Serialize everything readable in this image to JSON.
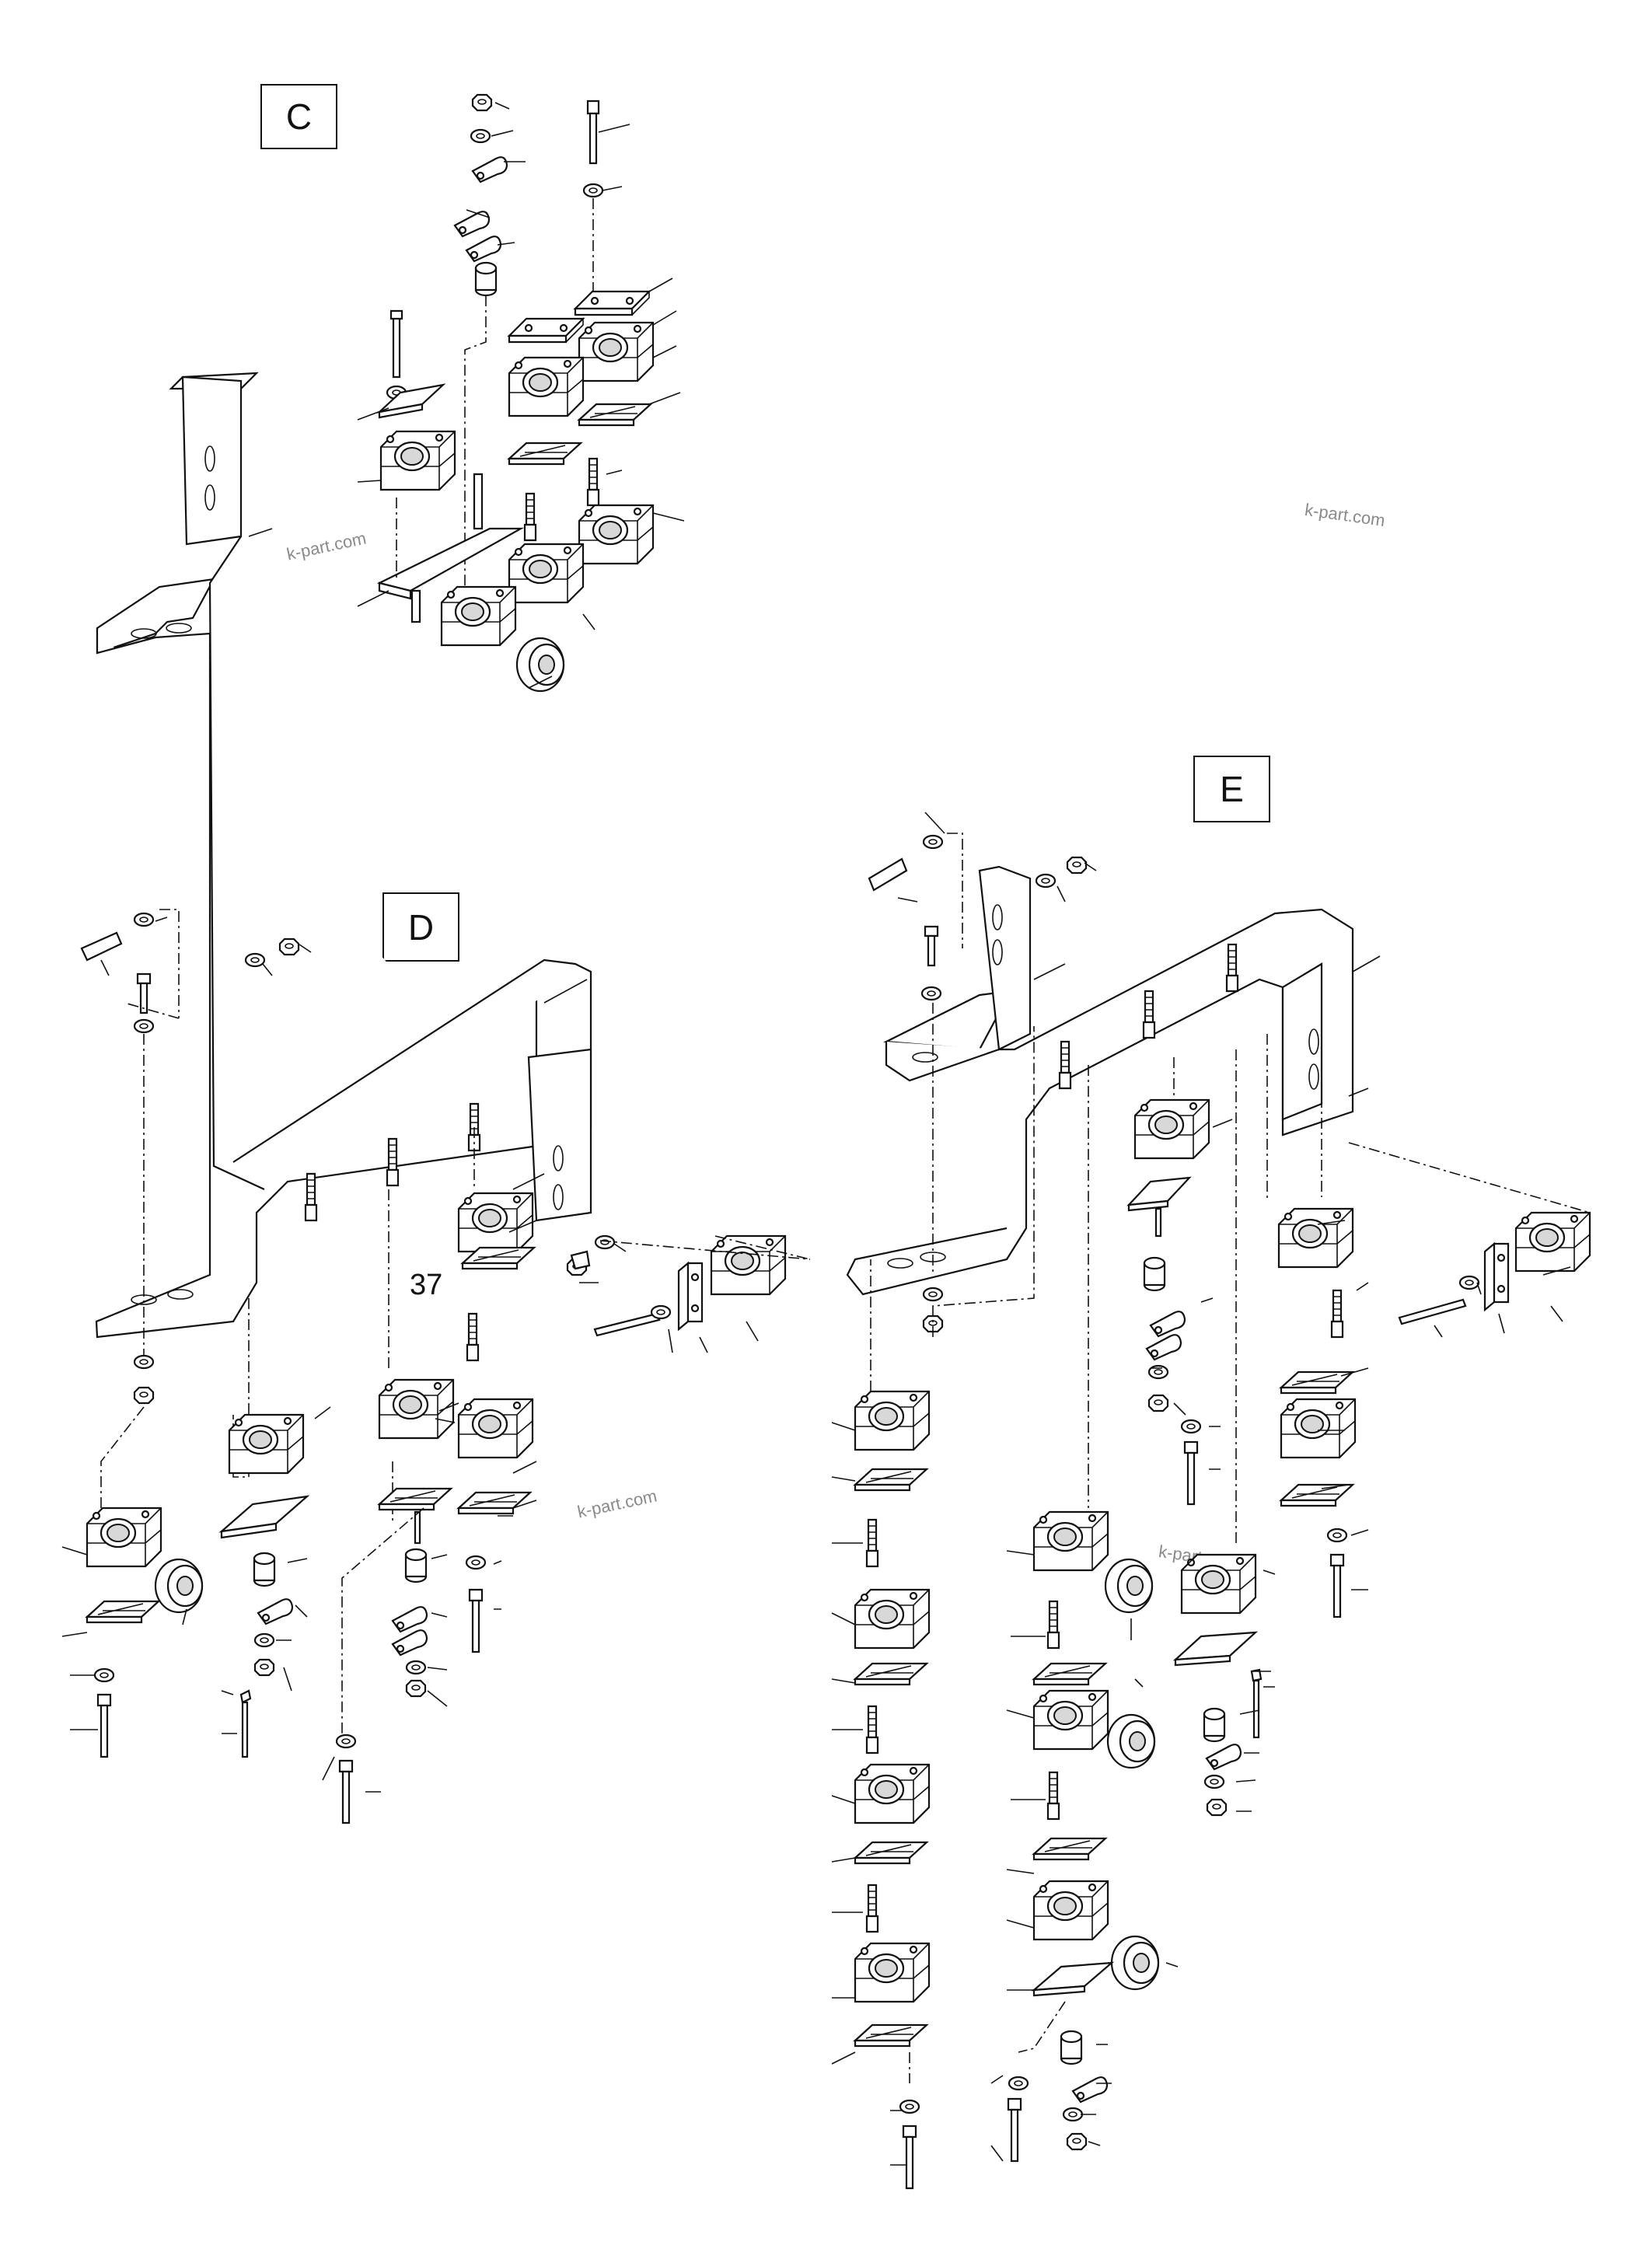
{
  "views": {
    "c": {
      "label": "C"
    },
    "d": {
      "label": "D"
    },
    "e": {
      "label": "E"
    }
  },
  "callouts": {
    "item_37": "37"
  },
  "watermarks": {
    "wm1": "k-part.com",
    "wm2": "k-part.com",
    "wm3": "k-part.com",
    "wm4": "k-part.com"
  }
}
